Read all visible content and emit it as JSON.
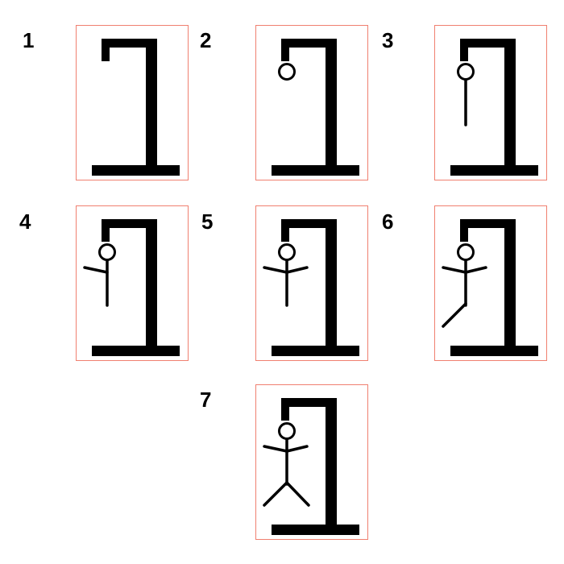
{
  "puzzle": {
    "stages": [
      {
        "number": "1",
        "parts": []
      },
      {
        "number": "2",
        "parts": [
          "head"
        ]
      },
      {
        "number": "3",
        "parts": [
          "head",
          "body"
        ]
      },
      {
        "number": "4",
        "parts": [
          "head",
          "body",
          "left-arm"
        ]
      },
      {
        "number": "5",
        "parts": [
          "head",
          "body",
          "left-arm",
          "right-arm"
        ]
      },
      {
        "number": "6",
        "parts": [
          "head",
          "body",
          "left-arm",
          "right-arm",
          "left-leg"
        ]
      },
      {
        "number": "7",
        "parts": [
          "head",
          "body",
          "left-arm",
          "right-arm",
          "left-leg",
          "right-leg"
        ]
      }
    ],
    "colors": {
      "card_border": "#f08070",
      "drawing": "#000000",
      "background": "#ffffff"
    }
  }
}
